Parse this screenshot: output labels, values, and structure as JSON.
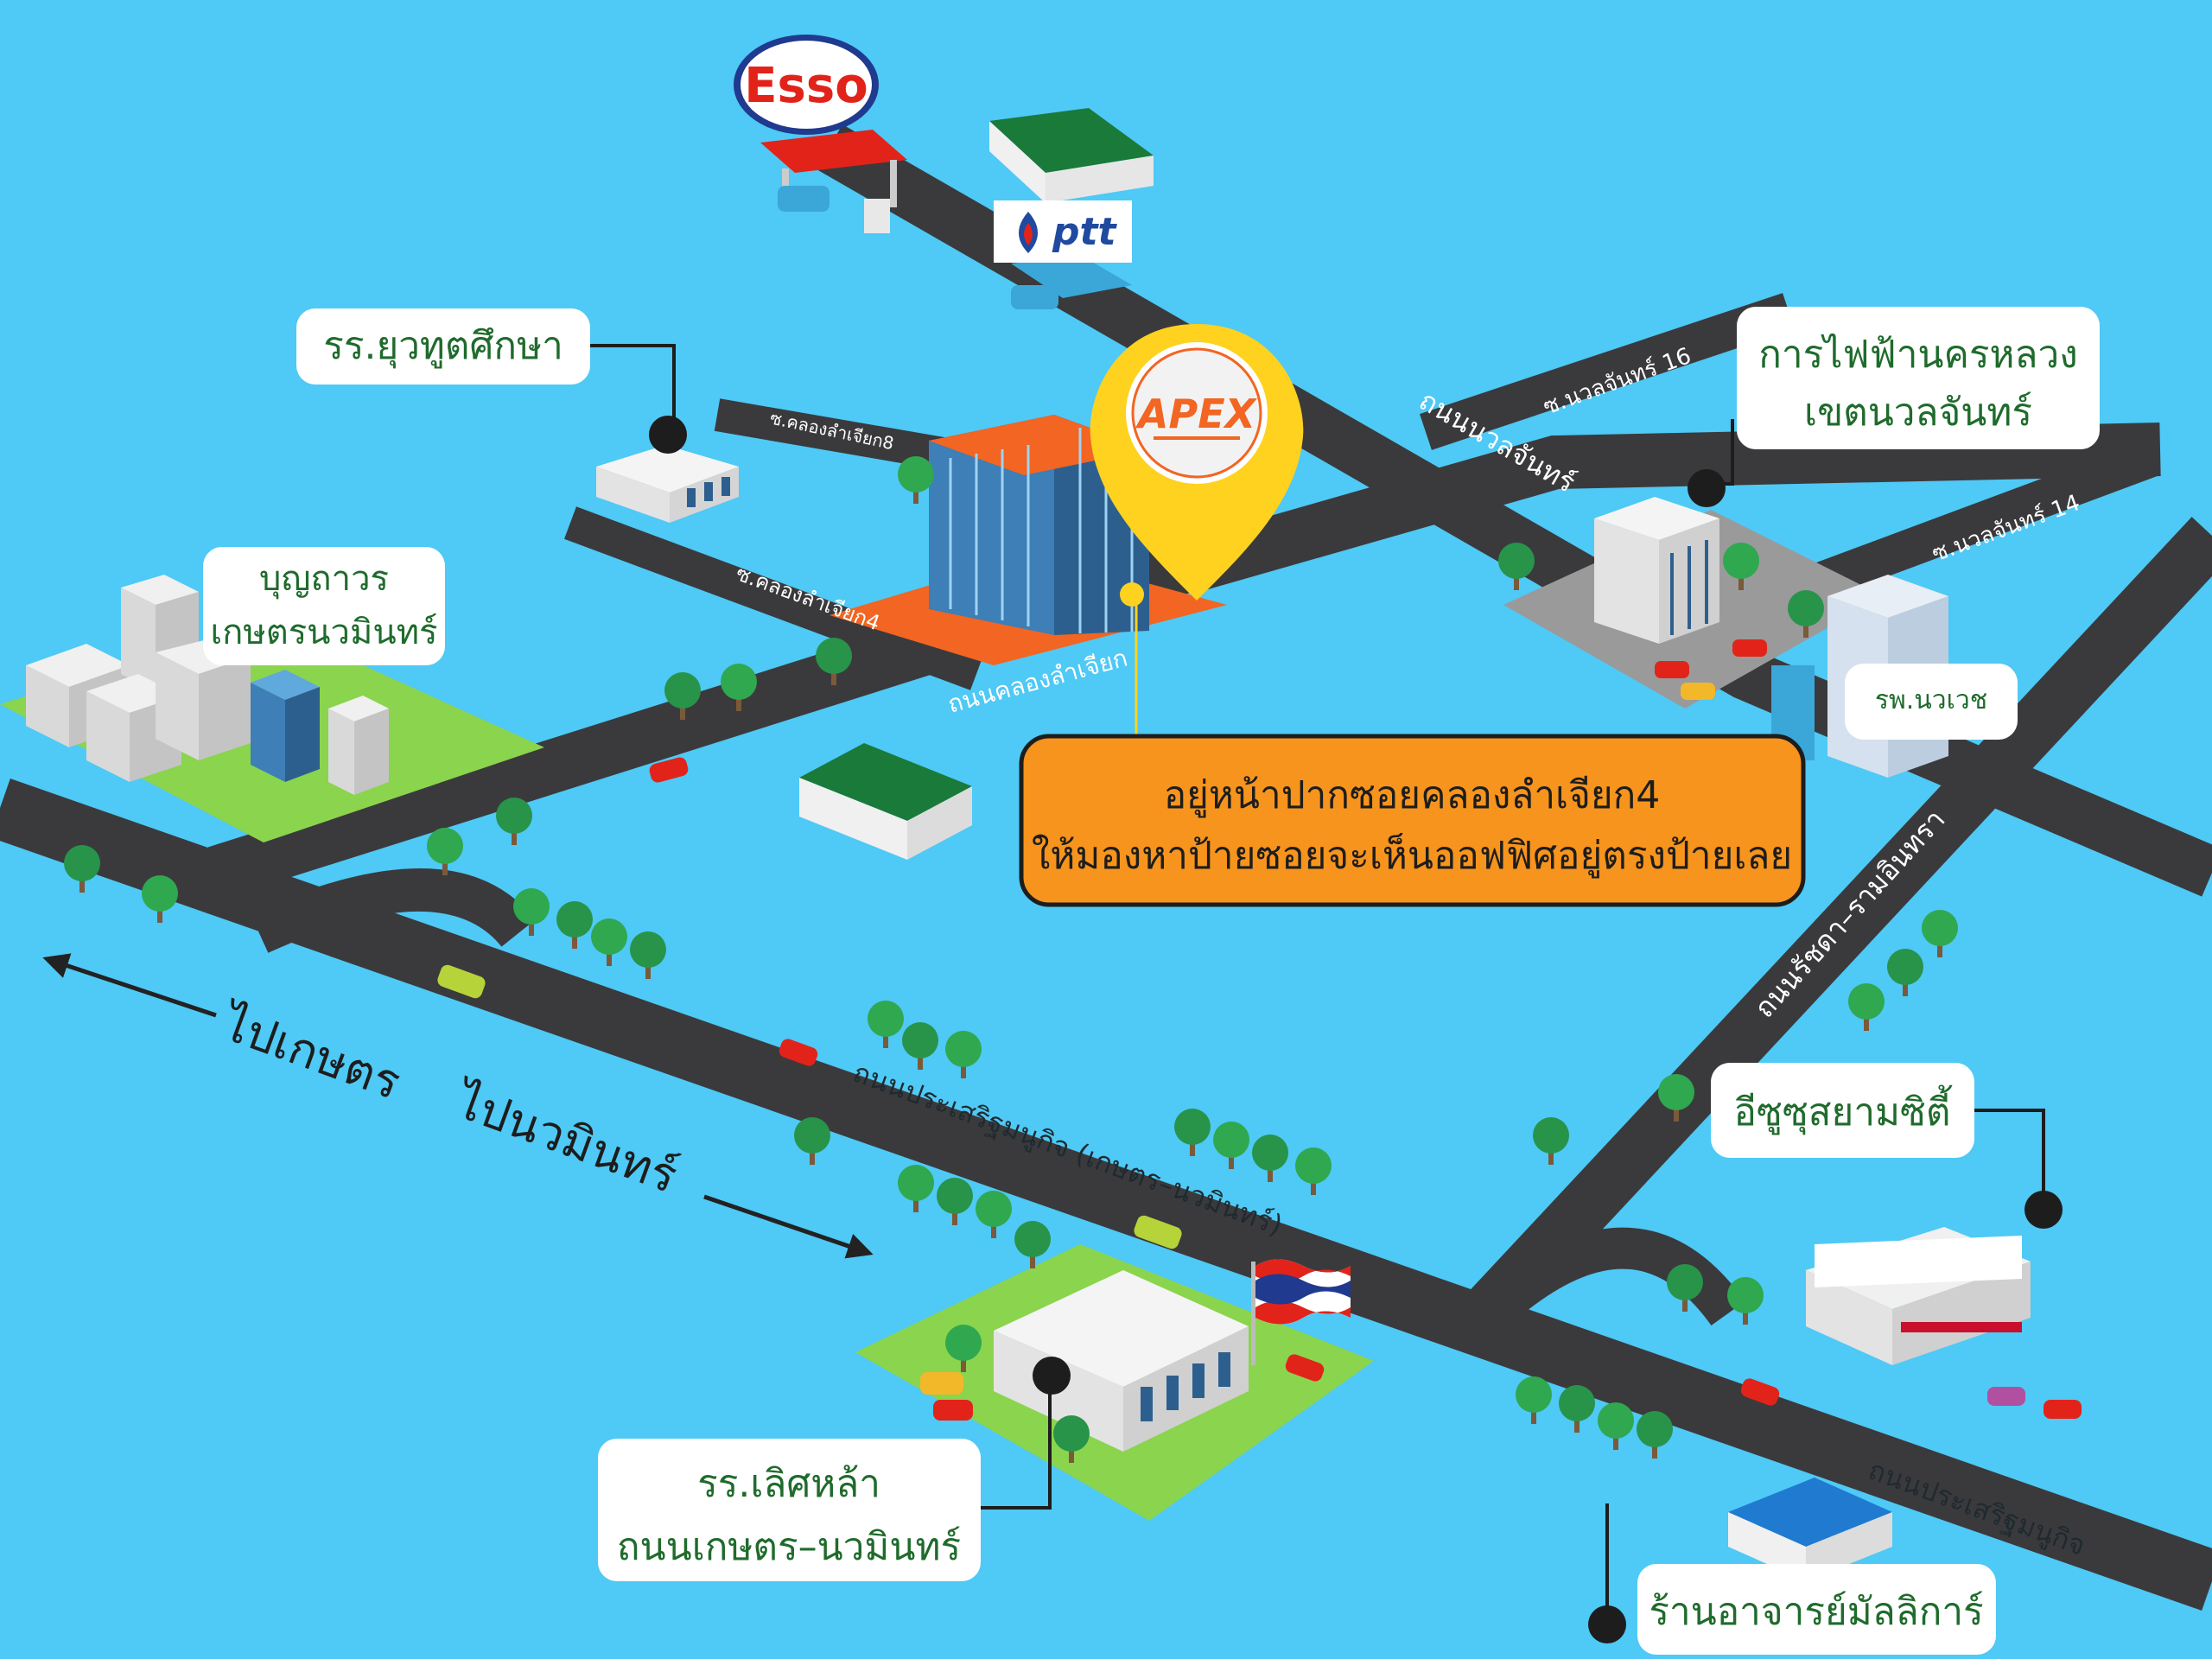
{
  "logos": {
    "esso": "Esso",
    "ptt": "ptt",
    "apex": "APEX"
  },
  "roads": {
    "klong_lam_chiak": "ถนนคลองลำเจียก",
    "soi_klong_8": "ซ.คลองลำเจียก8",
    "soi_klong_4": "ซ.คลองลำเจียก4",
    "nawamin": "ถนนนวลจันทร์",
    "soi_nawamin_16": "ซ.นวลจันทร์ 16",
    "soi_nawamin_14": "ซ.นวลจันทร์ 14",
    "ratchada": "ถนนรัชดา–รามอินทรา",
    "prasert_1": "ถนนประเสริฐมนูกิจ (เกษตร–นวมินทร์)",
    "prasert_2": "ถนนประเสริฐมนูกิจ"
  },
  "labels": {
    "school_yuwathut": "รร.ยุวทูตศึกษา",
    "boonthaworn_1": "บุญถาวร",
    "boonthaworn_2": "เกษตรนวมินทร์",
    "mea_1": "การไฟฟ้านครหลวง",
    "mea_2": "เขตนวลจันทร์",
    "hospital": "รพ.นวเวช",
    "isuzu": "อีซูซุสยามซิตี้",
    "school_lertla_1": "รร.เลิศหล้า",
    "school_lertla_2": "ถนนเกษตร–นวมินทร์",
    "shop": "ร้านอาจารย์มัลลิการ์"
  },
  "callout": {
    "line1": "อยู่หน้าปากซอยคลองลำเจียก4",
    "line2": "ให้มองหาป้ายซอยจะเห็นออฟฟิศอยู่ตรงป้ายเลย"
  },
  "directions": {
    "left": "ไปเกษตร",
    "right": "ไปนวมินทร์"
  },
  "colors": {
    "water": "#4fc9f5",
    "road": "#3a3a3c",
    "grass": "#8bd44e",
    "label_text": "#1f6b2c",
    "callout_fill": "#f7941d",
    "pin": "#ffd21f",
    "esso_red": "#e2231a",
    "ptt_blue": "#1f4aa0",
    "roof_green": "#1a7a3a"
  }
}
